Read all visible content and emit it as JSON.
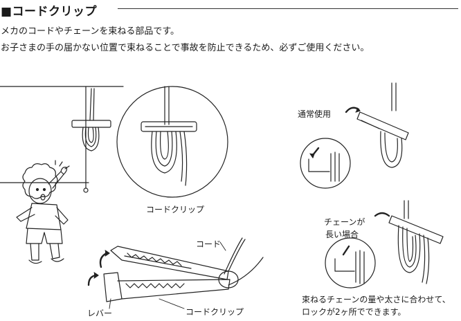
{
  "header": {
    "title": "■コードクリップ"
  },
  "description": {
    "line1": "メカのコードやチェーンを束ねる部品です。",
    "line2": "お子さまの手の届かない位置で束ねることで事故を防止できるため、必ずご使用ください。"
  },
  "labels": {
    "cord_clip_center": "コードクリップ",
    "normal_use": "通常使用",
    "chain_long_line1": "チェーンが",
    "chain_long_line2": "長い場合",
    "cord": "コード",
    "lever": "レバー",
    "cord_clip_detail": "コードクリップ",
    "note_line1": "束ねるチェーンの量や太さに合わせて、",
    "note_line2": "ロックが2ヶ所でできます。"
  }
}
